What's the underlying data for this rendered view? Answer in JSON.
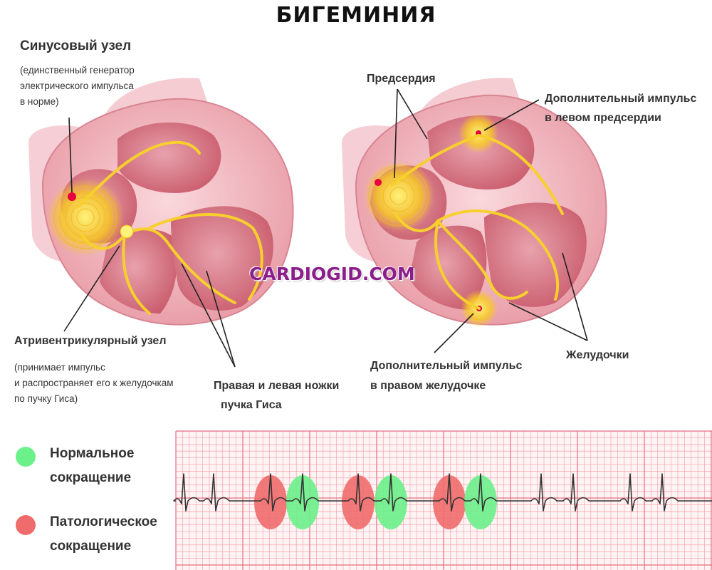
{
  "title": "БИГЕМИНИЯ",
  "left_heart": {
    "sinus_title": "Синусовый узел",
    "sinus_desc": [
      "(единственный генератор",
      "электрического импульса",
      "в норме)"
    ],
    "av_title": "Атривентрикулярный узел",
    "av_desc": [
      "(принимает импульс",
      "и распространяет его к желудочкам",
      "по пучку Гиса)"
    ],
    "bundle_title": [
      "Правая и левая ножки",
      "пучка Гиса"
    ]
  },
  "right_heart": {
    "atria": "Предсердия",
    "extra_left_atrium": [
      "Дополнительный импульс",
      "в левом предсердии"
    ],
    "extra_right_ventricle": [
      "Дополнительный импульс",
      "в правом желудочке"
    ],
    "ventricles": "Желудочки"
  },
  "watermark": "CARDIOGID.COM",
  "legend": {
    "normal": [
      "Нормальное",
      "сокращение"
    ],
    "pathological": [
      "Патологическое",
      "сокращение"
    ],
    "normal_color": "#6cf08a",
    "pathological_color": "#f06b6b"
  },
  "colors": {
    "heart_light": "#f5c9cf",
    "heart_mid": "#e2909c",
    "heart_dark": "#c85868",
    "impulse": "#f7c928",
    "ecg_grid": "#f29aa5",
    "ecg_line": "#333333"
  }
}
